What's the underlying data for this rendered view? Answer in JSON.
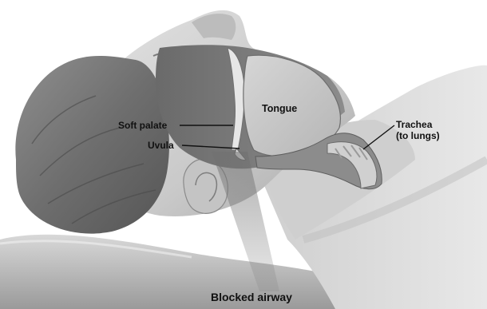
{
  "labels": {
    "tongue": "Tongue",
    "soft_palate": "Soft palate",
    "uvula": "Uvula",
    "trachea_line1": "Trachea",
    "trachea_line2": "(to lungs)",
    "blocked_airway": "Blocked airway"
  }
}
